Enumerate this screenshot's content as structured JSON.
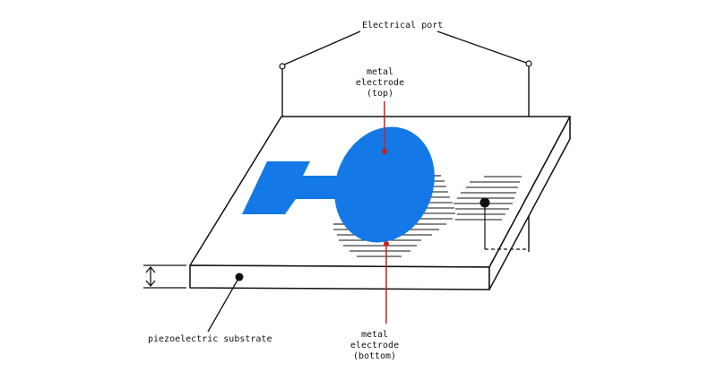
{
  "labels": {
    "electrical_port": "Electrical port",
    "top_electrode": [
      "metal",
      "electrode",
      "(top)"
    ],
    "bottom_electrode": [
      "metal",
      "electrode",
      "(bottom)"
    ],
    "substrate": "piezoelectric substrate"
  },
  "colors": {
    "electrode": "#1479e6",
    "lead": "#cc1f1f",
    "outline": "#111111"
  }
}
